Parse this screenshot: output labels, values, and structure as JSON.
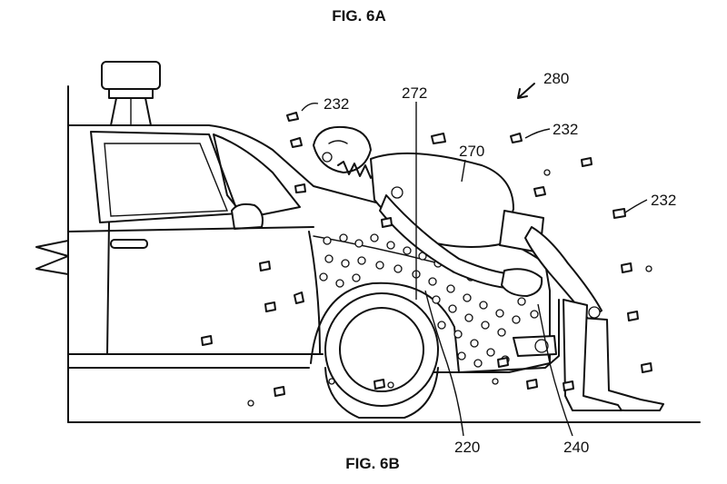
{
  "figure": {
    "title_top": "FIG. 6A",
    "title_bottom": "FIG. 6B"
  },
  "labels": {
    "ref_280": "280",
    "ref_272": "272",
    "ref_270": "270",
    "ref_232_a": "232",
    "ref_232_b": "232",
    "ref_232_c": "232",
    "ref_220": "220",
    "ref_240": "240"
  }
}
